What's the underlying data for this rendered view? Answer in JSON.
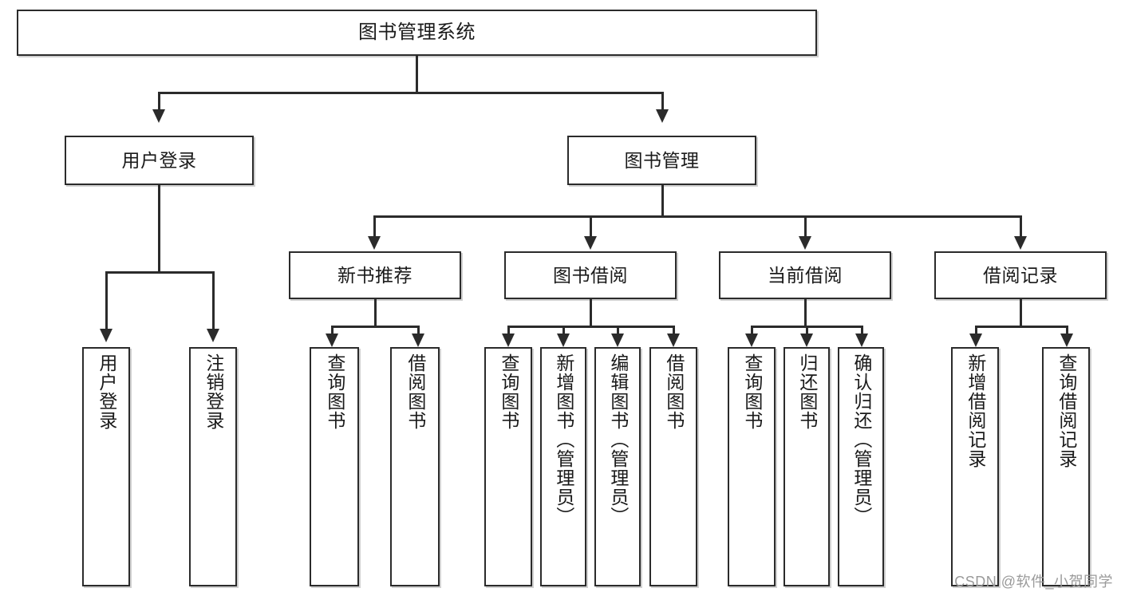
{
  "diagram": {
    "title_node": {
      "id": "root",
      "label": "图书管理系统"
    },
    "level2": [
      {
        "id": "user-login",
        "label": "用户登录"
      },
      {
        "id": "book-manage",
        "label": "图书管理"
      }
    ],
    "level3": [
      {
        "id": "new-book-rec",
        "label": "新书推荐"
      },
      {
        "id": "book-borrow",
        "label": "图书借阅"
      },
      {
        "id": "current-borrow",
        "label": "当前借阅"
      },
      {
        "id": "borrow-record",
        "label": "借阅记录"
      }
    ],
    "leaves": {
      "user_login": [
        {
          "id": "leaf-user-login",
          "label": "用户登录"
        },
        {
          "id": "leaf-user-logout",
          "label": "注销登录"
        }
      ],
      "new_book_rec": [
        {
          "id": "leaf-query-book-1",
          "label": "查询图书"
        },
        {
          "id": "leaf-borrow-book-1",
          "label": "借阅图书"
        }
      ],
      "book_borrow": [
        {
          "id": "leaf-query-book-2",
          "label": "查询图书"
        },
        {
          "id": "leaf-add-book",
          "label": "新增图书（管理员）"
        },
        {
          "id": "leaf-edit-book",
          "label": "编辑图书（管理员）"
        },
        {
          "id": "leaf-borrow-book-2",
          "label": "借阅图书"
        }
      ],
      "current_borrow": [
        {
          "id": "leaf-query-book-3",
          "label": "查询图书"
        },
        {
          "id": "leaf-return-book",
          "label": "归还图书"
        },
        {
          "id": "leaf-confirm-return",
          "label": "确认归还（管理员）"
        }
      ],
      "borrow_record": [
        {
          "id": "leaf-add-record",
          "label": "新增借阅记录"
        },
        {
          "id": "leaf-query-record",
          "label": "查询借阅记录"
        }
      ]
    }
  },
  "watermark": {
    "text": "CSDN @软件_小贺同学"
  },
  "colors": {
    "stroke": "#2b2b2b",
    "fill": "#ffffff",
    "text": "#1a1a1a",
    "watermark": "#9a9a9a"
  }
}
